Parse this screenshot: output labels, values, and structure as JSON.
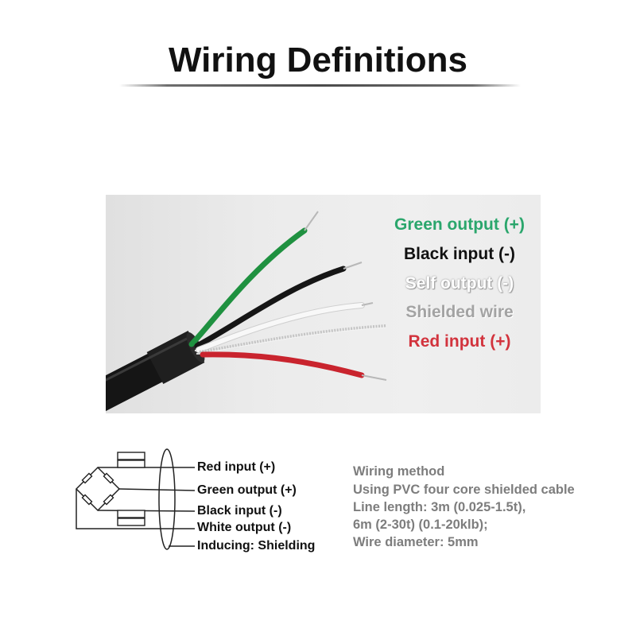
{
  "title": "Wiring Definitions",
  "photo": {
    "labels": [
      {
        "text": "Green output (+)",
        "color": "#2aa66c"
      },
      {
        "text": "Black input (-)",
        "color": "#111111"
      },
      {
        "text": "Self output (-)",
        "color": "#ffffff"
      },
      {
        "text": "Shielded wire",
        "color": "#a3a3a3"
      },
      {
        "text": "Red input (+)",
        "color": "#d2333d"
      }
    ],
    "wire_colors": {
      "green": "#1f9140",
      "black": "#161616",
      "white": "#f8f8f8",
      "shield": "#c4c4c4",
      "red": "#c9242e",
      "cable": "#151515",
      "conductor": "#b8b8b8"
    }
  },
  "schematic": {
    "labels": [
      "Red input (+)",
      "Green output (+)",
      "Black input (-)",
      "White output (-)",
      "Inducing: Shielding"
    ]
  },
  "wiring_method": {
    "lines": [
      "Wiring method",
      "Using PVC four core shielded cable",
      "Line length: 3m (0.025-1.5t),",
      "6m (2-30t) (0.1-20klb);",
      "Wire diameter: 5mm"
    ],
    "color": "#7d7d7d"
  }
}
